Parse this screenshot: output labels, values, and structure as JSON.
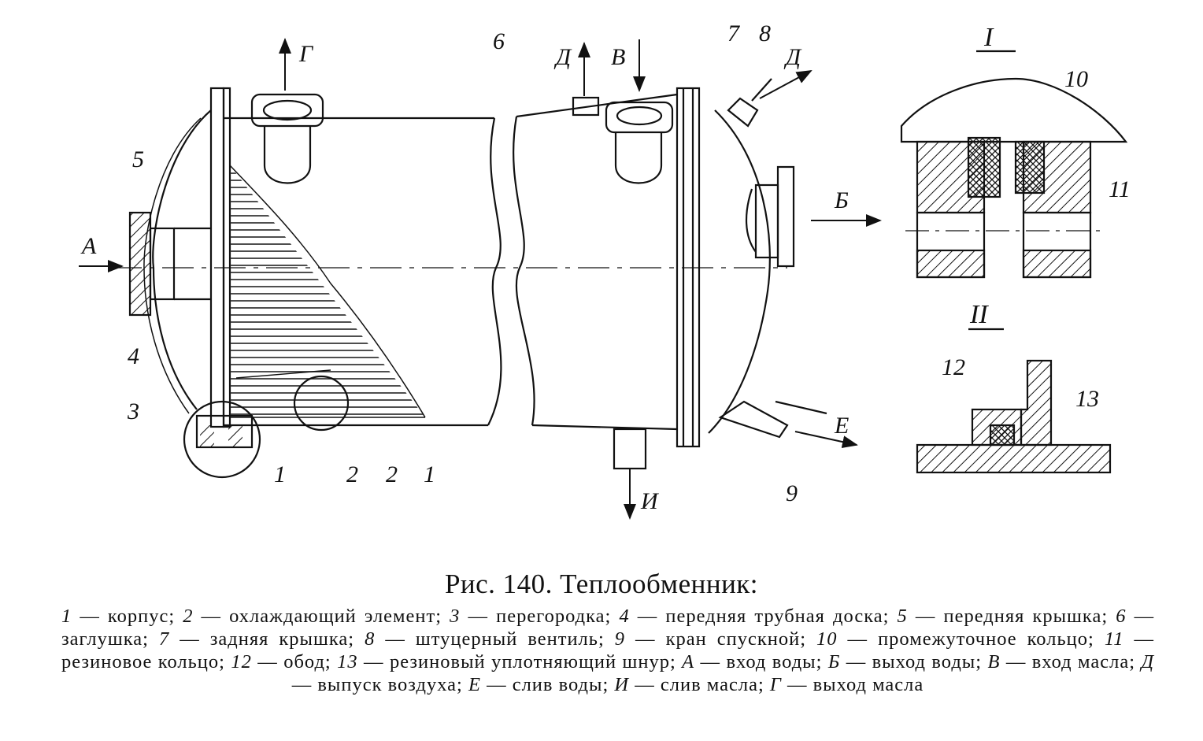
{
  "figure": {
    "part_labels": [
      "1",
      "2",
      "3",
      "4",
      "5",
      "6",
      "7",
      "8",
      "9",
      "10",
      "11",
      "12",
      "13",
      "1",
      "2"
    ],
    "flow_labels": {
      "A": "А",
      "B_out": "Б",
      "V_in": "В",
      "G_out": "Г",
      "D_vent": "Д",
      "D_vent_top": "Д",
      "E_drain": "Е",
      "I_drain": "И"
    },
    "detail_labels": {
      "detail_1": "I",
      "detail_2": "II",
      "detail_1_mark": "I",
      "detail_2_mark": "II"
    }
  },
  "caption": {
    "title": "Рис. 140. Теплообменник:",
    "legend": [
      {
        "key": "1",
        "text": "корпус;"
      },
      {
        "key": "2",
        "text": "охлаждающий элемент;"
      },
      {
        "key": "3",
        "text": "перегородка;"
      },
      {
        "key": "4",
        "text": "передняя трубная доска;"
      },
      {
        "key": "5",
        "text": "передняя крышка;"
      },
      {
        "key": "6",
        "text": "заглушка;"
      },
      {
        "key": "7",
        "text": "задняя крышка;"
      },
      {
        "key": "8",
        "text": "штуцерный вентиль;"
      },
      {
        "key": "9",
        "text": "кран спускной;"
      },
      {
        "key": "10",
        "text": "промежуточное кольцо;"
      },
      {
        "key": "11",
        "text": "резиновое кольцо;"
      },
      {
        "key": "12",
        "text": "обод;"
      },
      {
        "key": "13",
        "text": "резиновый уплотняющий шнур;"
      },
      {
        "key": "А",
        "text": "вход воды;"
      },
      {
        "key": "Б",
        "text": "выход воды;"
      },
      {
        "key": "В",
        "text": "вход масла;"
      },
      {
        "key": "Д",
        "text": "выпуск воздуха;"
      },
      {
        "key": "Е",
        "text": "слив воды;"
      },
      {
        "key": "И",
        "text": "слив масла;"
      },
      {
        "key": "Г",
        "text": "выход масла"
      }
    ],
    "dash": "—"
  }
}
